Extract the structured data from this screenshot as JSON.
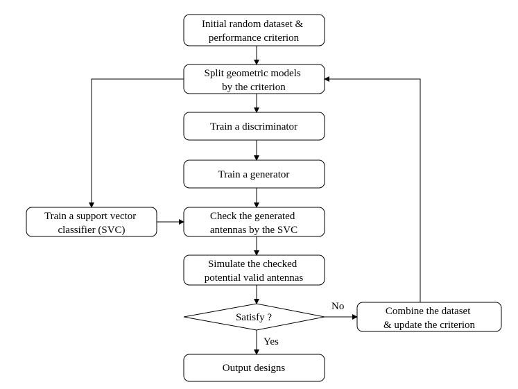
{
  "nodes": {
    "initial": [
      "Initial random dataset &",
      "performance criterion"
    ],
    "split": [
      "Split geometric models",
      "by the criterion"
    ],
    "discriminator": [
      "Train a discriminator"
    ],
    "generator": [
      "Train a generator"
    ],
    "svc_train": [
      "Train a support vector",
      "classifier (SVC)"
    ],
    "check": [
      "Check the generated",
      "antennas by the SVC"
    ],
    "simulate": [
      "Simulate the checked",
      "potential valid antennas"
    ],
    "satisfy": [
      "Satisfy ?"
    ],
    "combine": [
      "Combine the dataset",
      "& update the criterion"
    ],
    "output": [
      "Output designs"
    ]
  },
  "edges": {
    "no": "No",
    "yes": "Yes"
  }
}
